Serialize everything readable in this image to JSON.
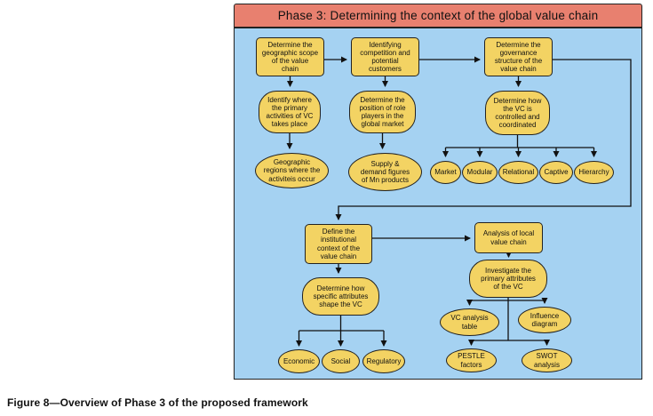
{
  "title": "Phase 3: Determining the context of the global value chain",
  "caption": "Figure 8—Overview of Phase 3 of the proposed framework",
  "colors": {
    "title-bg": "#e8806f",
    "panel-bg": "#a5d2f2",
    "node-fill": "#f3d363",
    "line": "#111111"
  },
  "nodes": {
    "geo_scope": "Determine the\ngeographic scope\nof the value\nchain",
    "competition": "Identifying\ncompetition and\npotential\ncustomers",
    "governance": "Determine the\ngovernance\nstructure of the\nvalue chain",
    "identify_where": "Identify where\nthe primary\nactivities of VC\ntakes place",
    "position_role": "Determine the\nposition of role\nplayers in the\nglobal market",
    "vc_controlled": "Determine how\nthe VC is\ncontrolled and\ncoordinated",
    "geographic_regions": "Geographic\nregions where the\nactiviteis occur",
    "supply_demand": "Supply &\ndemand figures\nof Mn products",
    "market": "Market",
    "modular": "Modular",
    "relational": "Relational",
    "captive": "Captive",
    "hierarchy": "Hierarchy",
    "define_institutional": "Define the\ninstitutional\ncontext of the\nvalue chain",
    "analysis_local": "Analysis of local\nvalue chain",
    "investigate": "Investigate the\nprimary attributes\nof the VC",
    "determine_specific": "Determine how\nspecific attributes\nshape the VC",
    "vc_table": "VC analysis\ntable",
    "influence": "Influence\ndiagram",
    "pestle": "PESTLE\nfactors",
    "swot": "SWOT\nanalysis",
    "economic": "Economic",
    "social": "Social",
    "regulatory": "Regulatory"
  }
}
